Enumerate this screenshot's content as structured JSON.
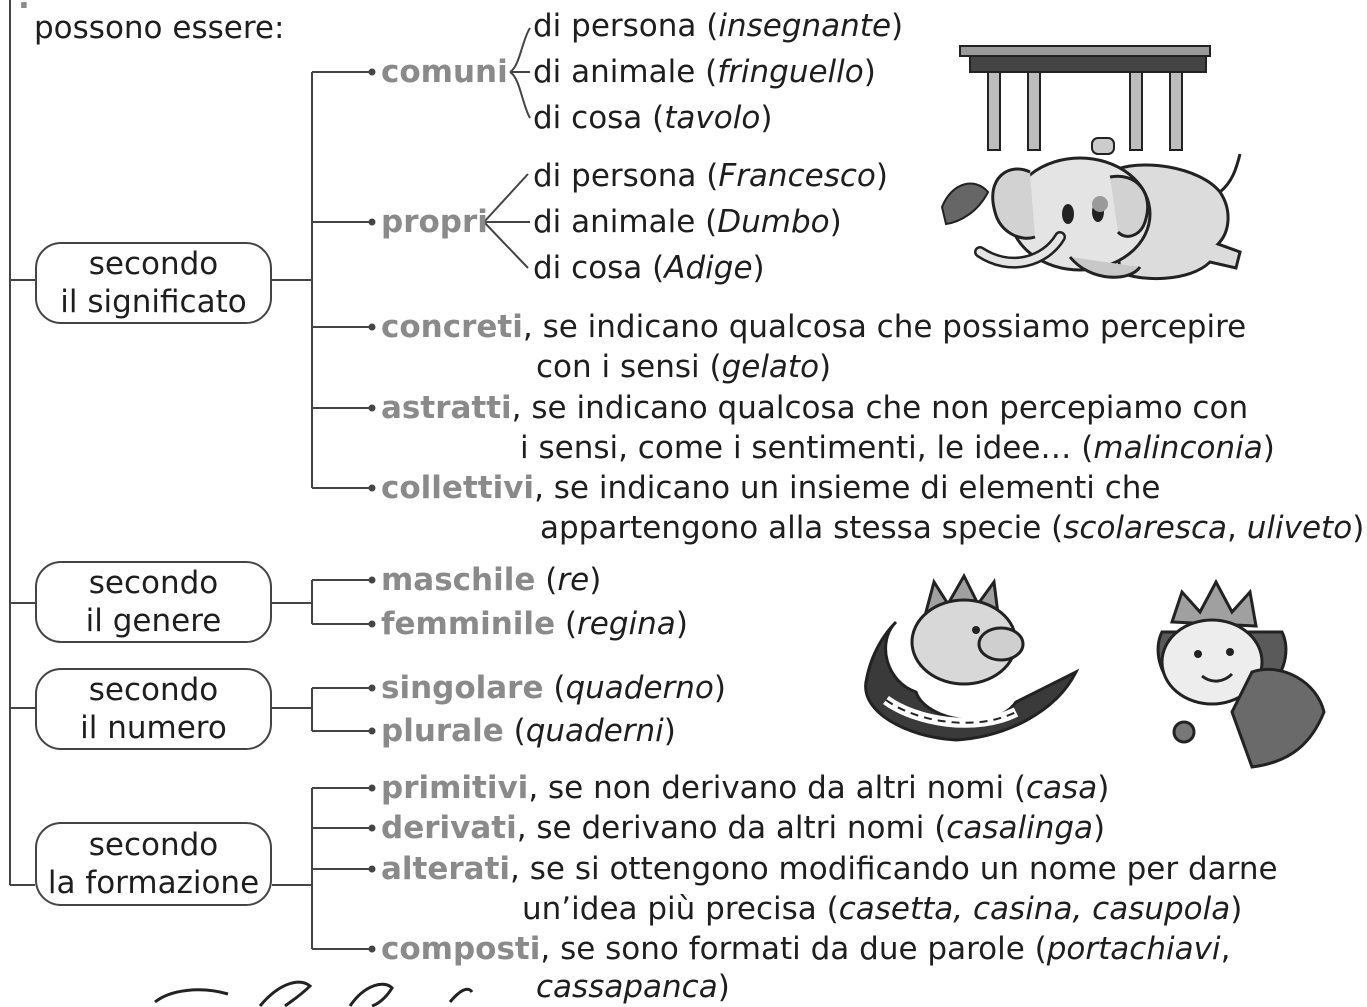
{
  "intro": "possono essere:",
  "categories": [
    {
      "line1": "secondo",
      "line2": "il significato"
    },
    {
      "line1": "secondo",
      "line2": "il genere"
    },
    {
      "line1": "secondo",
      "line2": "il numero"
    },
    {
      "line1": "secondo",
      "line2": "la formazione"
    }
  ],
  "significato": {
    "comuni": {
      "label": "comuni",
      "items": [
        {
          "text": "di persona (",
          "example": "insegnante",
          "close": ")"
        },
        {
          "text": "di animale (",
          "example": "fringuello",
          "close": ")"
        },
        {
          "text": "di cosa (",
          "example": "tavolo",
          "close": ")"
        }
      ]
    },
    "propri": {
      "label": "propri",
      "items": [
        {
          "text": "di persona (",
          "example": "Francesco",
          "close": ")"
        },
        {
          "text": "di animale (",
          "example": "Dumbo",
          "close": ")"
        },
        {
          "text": "di cosa (",
          "example": "Adige",
          "close": ")"
        }
      ]
    },
    "concreti": {
      "label": "concreti",
      "line1": ", se indicano qualcosa che possiamo percepire",
      "line2a": "con i sensi (",
      "example": "gelato",
      "line2b": ")"
    },
    "astratti": {
      "label": "astratti",
      "line1": ", se indicano qualcosa che non percepiamo con",
      "line2a": "i sensi, come i sentimenti, le idee… (",
      "example": "malinconia",
      "line2b": ")"
    },
    "collettivi": {
      "label": "collettivi",
      "line1": ", se indicano un insieme di elementi che",
      "line2a": "appartengono alla stessa specie (",
      "example": "scolaresca",
      "sep": ", ",
      "example2": "uliveto",
      "line2b": ")"
    }
  },
  "genere": [
    {
      "label": "maschile",
      "open": " (",
      "example": "re",
      "close": ")"
    },
    {
      "label": "femminile",
      "open": " (",
      "example": "regina",
      "close": ")"
    }
  ],
  "numero": [
    {
      "label": "singolare",
      "open": " (",
      "example": "quaderno",
      "close": ")"
    },
    {
      "label": "plurale",
      "open": " (",
      "example": "quaderni",
      "close": ")"
    }
  ],
  "formazione": {
    "primitivi": {
      "label": "primitivi",
      "text": ", se non derivano da altri nomi (",
      "example": "casa",
      "close": ")"
    },
    "derivati": {
      "label": "derivati",
      "text": ", se derivano da altri nomi (",
      "example": "casalinga",
      "close": ")"
    },
    "alterati": {
      "label": "alterati",
      "line1": ", se si ottengono modificando un nome per darne",
      "line2a": "un’idea più precisa (",
      "example": "casetta, casina, casupola",
      "line2b": ")"
    },
    "composti": {
      "label": "composti",
      "line1": ", se sono formati da due parole (",
      "example1": "portachiavi",
      "line1b": ",",
      "example2": "cassapanca",
      "line2b": ")"
    }
  },
  "colors": {
    "label_gray": "#8a8a8a",
    "text": "#1e1e1e",
    "line": "#444444"
  },
  "illustrations": [
    "table-icon",
    "elephant-icon",
    "king-icon",
    "queen-icon",
    "signature-scribble"
  ]
}
